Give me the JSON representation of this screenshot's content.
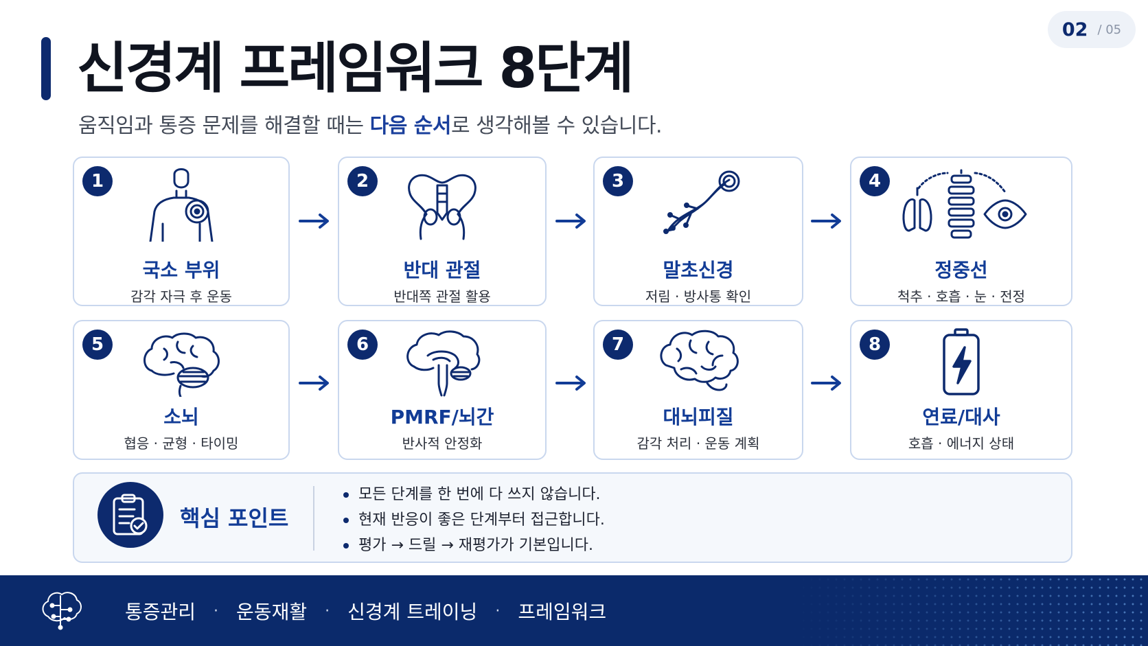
{
  "page": {
    "current": "02",
    "total": "/ 05"
  },
  "title": "신경계 프레임워크 8단계",
  "subtitle": {
    "before": "움직임과 통증 문제를 해결할 때는 ",
    "highlight": "다음 순서",
    "after": "로 생각해볼 수 있습니다."
  },
  "steps": [
    {
      "num": "1",
      "label": "국소 부위",
      "desc": "감각 자극 후 운동",
      "icon": "body-target-icon"
    },
    {
      "num": "2",
      "label": "반대 관절",
      "desc": "반대쪽 관절 활용",
      "icon": "pelvis-icon"
    },
    {
      "num": "3",
      "label": "말초신경",
      "desc": "저림 · 방사통 확인",
      "icon": "nerve-icon"
    },
    {
      "num": "4",
      "label": "정중선",
      "desc": "척추 · 호흡 · 눈 · 전정",
      "icon": "spine-lung-eye-icon"
    },
    {
      "num": "5",
      "label": "소뇌",
      "desc": "협응 · 균형 · 타이밍",
      "icon": "cerebellum-icon"
    },
    {
      "num": "6",
      "label": "PMRF/뇌간",
      "desc": "반사적 안정화",
      "icon": "brainstem-icon"
    },
    {
      "num": "7",
      "label": "대뇌피질",
      "desc": "감각 처리 · 운동 계획",
      "icon": "cortex-icon"
    },
    {
      "num": "8",
      "label": "연료/대사",
      "desc": "호흡 · 에너지 상태",
      "icon": "battery-icon"
    }
  ],
  "key_point": {
    "title": "핵심 포인트",
    "items": [
      "모든 단계를 한 번에 다 쓰지 않습니다.",
      "현재 반응이 좋은 단계부터 접근합니다.",
      "평가 → 드릴 → 재평가가 기본입니다."
    ]
  },
  "footer": {
    "tags": [
      "통증관리",
      "운동재활",
      "신경계 트레이닝",
      "프레임워크"
    ],
    "separator": "·"
  },
  "colors": {
    "navy": "#0d2a6e",
    "accent": "#123c96",
    "card_border": "#c9d7ee",
    "footer_bg": "#0b2a6b"
  }
}
